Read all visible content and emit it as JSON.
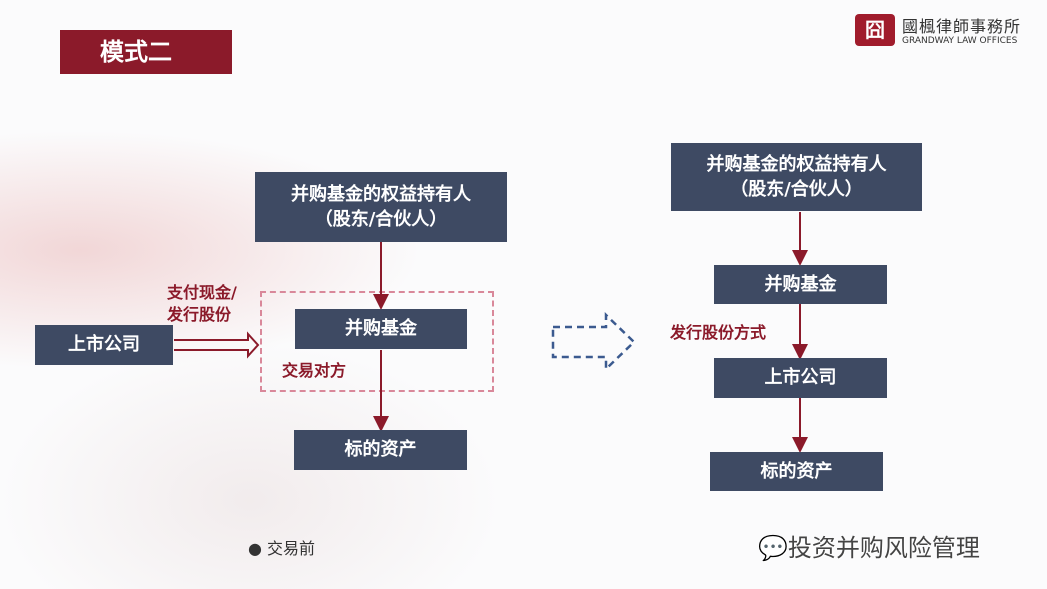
{
  "title": "模式二",
  "logo": {
    "mark": "囧",
    "cn": "國楓律師事務所",
    "en": "GRANDWAY LAW OFFICES"
  },
  "before": {
    "holder_line1": "并购基金的权益持有人",
    "holder_line2": "（股东/合伙人）",
    "fund": "并购基金",
    "listed": "上市公司",
    "asset": "标的资产",
    "pay_line1": "支付现金/",
    "pay_line2": "发行股份",
    "counterparty": "交易对方",
    "bullet": "交易前"
  },
  "after": {
    "holder_line1": "并购基金的权益持有人",
    "holder_line2": "（股东/合伙人）",
    "fund": "并购基金",
    "method": "发行股份方式",
    "listed": "上市公司",
    "asset": "标的资产"
  },
  "watermark": "投资并购风险管理"
}
